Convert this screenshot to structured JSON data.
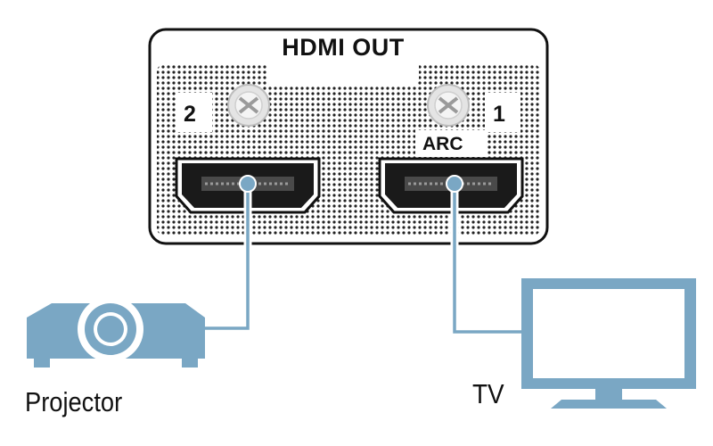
{
  "panel": {
    "title": "HDMI OUT",
    "ports": [
      {
        "number": "2",
        "label": ""
      },
      {
        "number": "1",
        "label": "ARC"
      }
    ]
  },
  "devices": {
    "projector": "Projector",
    "tv": "TV"
  },
  "colors": {
    "device": "#7aa7c4",
    "cable": "#7aa7c4",
    "panel_border": "#111111",
    "panel_dots": "#222222"
  }
}
